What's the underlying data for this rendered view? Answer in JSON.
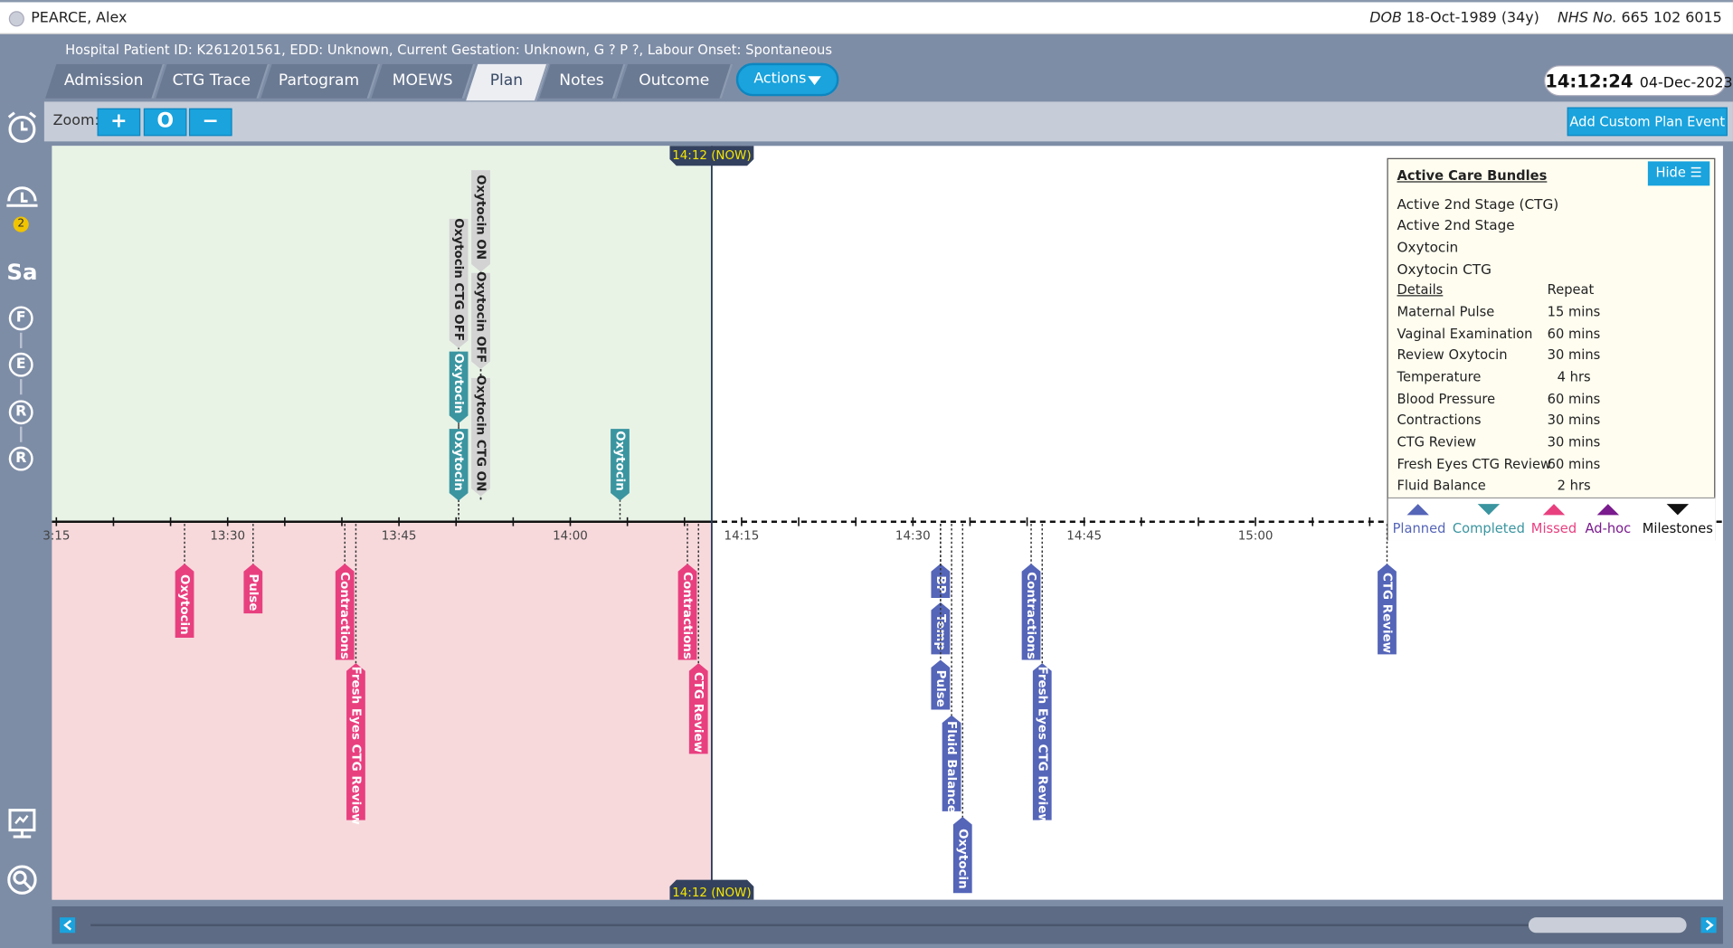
{
  "patient": {
    "name": "PEARCE, Alex",
    "dob_label": "DOB",
    "dob": "18-Oct-1989 (34y)",
    "nhs_label": "NHS No.",
    "nhs": "665 102 6015",
    "info": "Hospital Patient ID: K261201561,   EDD: Unknown,   Current Gestation: Unknown, G ? P ?,   Labour Onset: Spontaneous"
  },
  "tabs": [
    {
      "label": "Admission"
    },
    {
      "label": "CTG Trace"
    },
    {
      "label": "Partogram"
    },
    {
      "label": "MOEWS"
    },
    {
      "label": "Plan",
      "active": true
    },
    {
      "label": "Notes"
    },
    {
      "label": "Outcome"
    }
  ],
  "actions_label": "Actions",
  "clock": {
    "time": "14:12:24",
    "date": "04-Dec-2023"
  },
  "sidebar": {
    "badge": "2",
    "letters": [
      "Sa",
      "F",
      "E",
      "R",
      "R"
    ]
  },
  "toolbar": {
    "zoom_label": "Zoom:",
    "zoom_in": "+",
    "zoom_reset": "O",
    "zoom_out": "−",
    "add_event": "Add Custom Plan Event"
  },
  "timeline": {
    "now_label": "14:12 (NOW)",
    "ticks": [
      "3:15",
      "13:30",
      "13:45",
      "14:00",
      "14:15",
      "14:30",
      "14:45",
      "15:00"
    ],
    "completed_events": [
      {
        "label": "Oxytocin ON",
        "type": "milestone"
      },
      {
        "label": "Oxytocin CTG OFF",
        "type": "milestone"
      },
      {
        "label": "Oxytocin OFF",
        "type": "milestone"
      },
      {
        "label": "Oxytocin CTG ON",
        "type": "milestone"
      },
      {
        "label": "Oxytocin",
        "type": "completed"
      },
      {
        "label": "Oxytocin",
        "type": "completed"
      },
      {
        "label": "Oxytocin",
        "type": "completed"
      }
    ],
    "missed_events": [
      {
        "label": "Oxytocin"
      },
      {
        "label": "Pulse"
      },
      {
        "label": "Contractions"
      },
      {
        "label": "Fresh Eyes CTG Review"
      },
      {
        "label": "Contractions"
      },
      {
        "label": "CTG Review"
      }
    ],
    "planned_events": [
      {
        "label": "BP"
      },
      {
        "label": "Temp"
      },
      {
        "label": "Pulse"
      },
      {
        "label": "Fluid Balance"
      },
      {
        "label": "Oxytocin"
      },
      {
        "label": "Contractions"
      },
      {
        "label": "Fresh Eyes CTG Review"
      },
      {
        "label": "CTG Review"
      }
    ]
  },
  "care_bundles": {
    "title": "Active Care Bundles",
    "hide_label": "Hide",
    "bundles": [
      "Active 2nd Stage (CTG)",
      "Active 2nd Stage",
      "Oxytocin",
      "Oxytocin CTG"
    ],
    "details_header": "Details",
    "repeat_header": "Repeat",
    "details": [
      {
        "name": "Maternal Pulse",
        "repeat": "15 mins"
      },
      {
        "name": "Vaginal Examination",
        "repeat": "60 mins"
      },
      {
        "name": "Review Oxytocin",
        "repeat": "30 mins"
      },
      {
        "name": "Temperature",
        "repeat": "4 hrs"
      },
      {
        "name": "Blood Pressure",
        "repeat": "60 mins"
      },
      {
        "name": "Contractions",
        "repeat": "30 mins"
      },
      {
        "name": "CTG Review",
        "repeat": "30 mins"
      },
      {
        "name": "Fresh Eyes CTG Review",
        "repeat": "60 mins"
      },
      {
        "name": "Fluid Balance",
        "repeat": "2 hrs"
      }
    ],
    "legend": [
      {
        "label": "Planned",
        "color": "#5565b8"
      },
      {
        "label": "Completed",
        "color": "#3a95a0"
      },
      {
        "label": "Missed",
        "color": "#e8407f"
      },
      {
        "label": "Ad-hoc",
        "color": "#7a1b8e"
      },
      {
        "label": "Milestones",
        "color": "#111111"
      }
    ]
  },
  "colors": {
    "planned": "#5565b8",
    "completed": "#3a95a0",
    "missed": "#e8407f",
    "milestone": "#d3d3d3",
    "past_top": "#e8f3e6",
    "past_bottom": "#f7d9dc",
    "now_badge": "#f5e600"
  }
}
